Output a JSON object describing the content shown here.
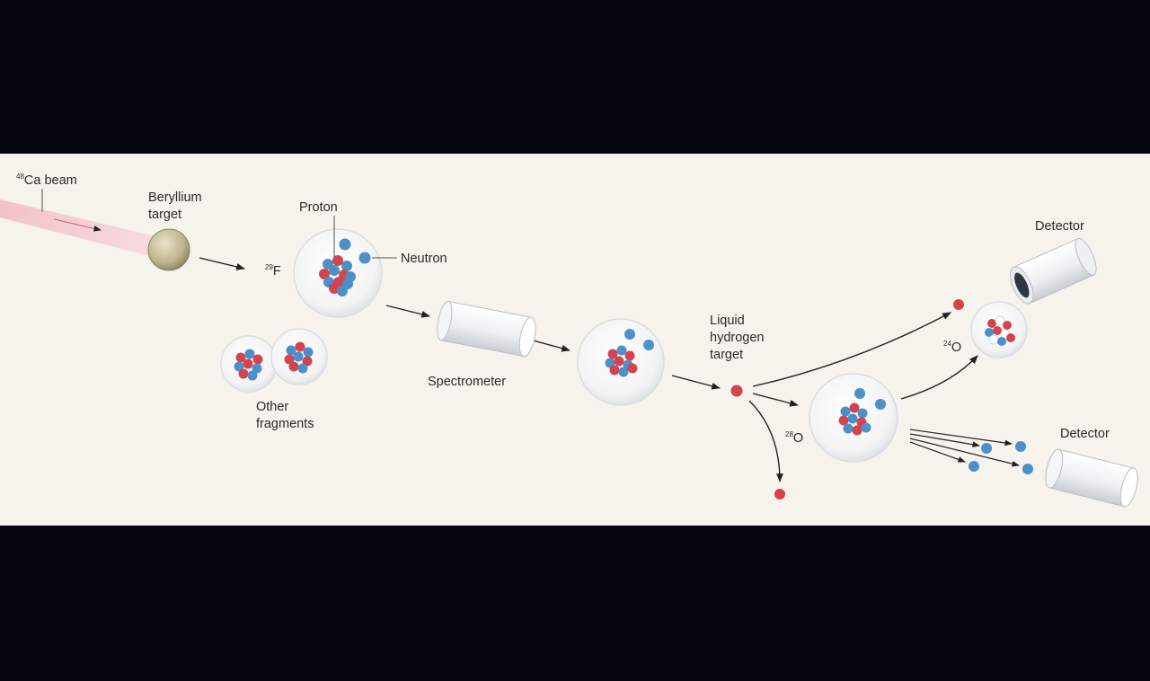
{
  "labels": {
    "beam": {
      "sup": "48",
      "text": "Ca beam"
    },
    "beryllium": [
      "Beryllium",
      "target"
    ],
    "proton": "Proton",
    "neutron": "Neutron",
    "f29": {
      "sup": "29",
      "text": "F"
    },
    "other_fragments": [
      "Other",
      "fragments"
    ],
    "spectrometer": "Spectrometer",
    "liquid_hydrogen": [
      "Liquid",
      "hydrogen",
      "target"
    ],
    "o28": {
      "sup": "28",
      "text": "O"
    },
    "o24": {
      "sup": "24",
      "text": "O"
    },
    "detector_top": "Detector",
    "detector_bottom": "Detector"
  },
  "colors": {
    "proton": "#d2444e",
    "neutron": "#4d8fc9",
    "beam": "#f3c9cf",
    "background": "#f6f2ec",
    "frame": "#03060d"
  },
  "icons": [
    "beryllium-target-sphere",
    "nucleus",
    "spectrometer-cylinder",
    "detector-cylinder",
    "arrow"
  ]
}
